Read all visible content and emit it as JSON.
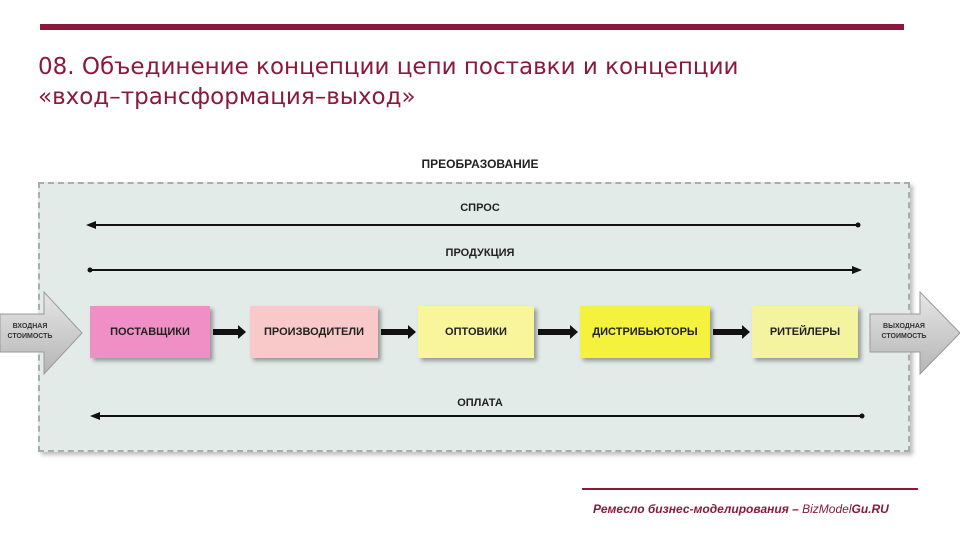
{
  "title": {
    "line1": "08. Объединение концепции цепи поставки и концепции",
    "line2": "«вход–трансформация–выход»"
  },
  "diagram": {
    "container_label": "ПРЕОБРАЗОВАНИЕ",
    "flows": {
      "demand": "СПРОС",
      "products": "ПРОДУКЦИЯ",
      "payment": "ОПЛАТА"
    },
    "input": "ВХОДНАЯ СТОИМОСТЬ",
    "output": "ВЫХОДНАЯ СТОИМОСТЬ",
    "nodes": [
      {
        "label": "ПОСТАВЩИКИ",
        "color": "#f08fc6"
      },
      {
        "label": "ПРОИЗВОДИТЕЛИ",
        "color": "#f9c9c9"
      },
      {
        "label": "ОПТОВИКИ",
        "color": "#f8f59a"
      },
      {
        "label": "ДИСТРИБЬЮТОРЫ",
        "color": "#f4f23c"
      },
      {
        "label": "РИТЕЙЛЕРЫ",
        "color": "#f3f3a0"
      }
    ]
  },
  "footer": {
    "text": "Ремесло бизнес-моделирования – ",
    "site_prefix": "BizModel",
    "site_bold": "Gu.RU"
  }
}
